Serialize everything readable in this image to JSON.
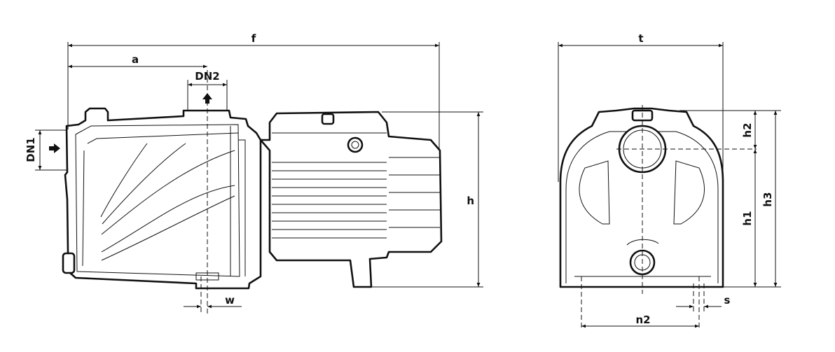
{
  "title": "Pump dimensional drawing",
  "side_view": {
    "labels": {
      "f": "f",
      "a": "a",
      "dn2": "DN2",
      "dn1": "DN1",
      "h": "h",
      "w": "w"
    }
  },
  "front_view": {
    "labels": {
      "t": "t",
      "h2": "h2",
      "h1": "h1",
      "h3": "h3",
      "s": "s",
      "n2": "n2"
    }
  }
}
